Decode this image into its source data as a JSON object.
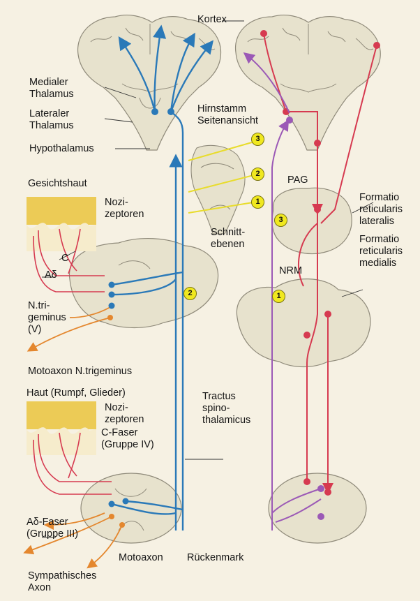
{
  "labels": {
    "kortex": "Kortex",
    "medialer_thalamus": "Medialer\nThalamus",
    "lateraler_thalamus": "Lateraler\nThalamus",
    "hypothalamus": "Hypothalamus",
    "hirnstamm": "Hirnstamm\nSeitenansicht",
    "gesichtshaut": "Gesichtshaut",
    "nozizeptoren_1": "Nozi-\nzeptoren",
    "c": "C",
    "a_delta": "Aδ",
    "n_trigeminus": "N.tri-\ngeminus\n(V)",
    "motoaxon_trigeminus": "Motoaxon N.trigeminus",
    "haut": "Haut (Rumpf, Glieder)",
    "nozizeptoren_2": "Nozi-\nzeptoren",
    "c_faser": "C-Faser\n(Gruppe IV)",
    "a_delta_faser": "Aδ-Faser\n(Gruppe III)",
    "sympathisches_axon": "Sympathisches\nAxon",
    "motoaxon": "Motoaxon",
    "rueckenmark": "Rückenmark",
    "tractus": "Tractus\nspino-\nthalamicus",
    "schnittebenen": "Schnitt-\nebenen",
    "pag": "PAG",
    "nrm": "NRM",
    "formatio_lateralis": "Formatio\nreticularis\nlateralis",
    "formatio_medialis": "Formatio\nreticularis\nmedialis"
  },
  "markers": [
    "1",
    "2",
    "3"
  ],
  "colors": {
    "background": "#f6f1e3",
    "tissue": "#e7e2cd",
    "tissue_outline": "#8f8a7a",
    "skin": "#eccb56",
    "ascending_path": "#2a79b8",
    "descending_path": "#d63a50",
    "motor_axon": "#e4872e",
    "dorsal_path": "#9b59b6",
    "marker_fill": "#f0e81f"
  }
}
